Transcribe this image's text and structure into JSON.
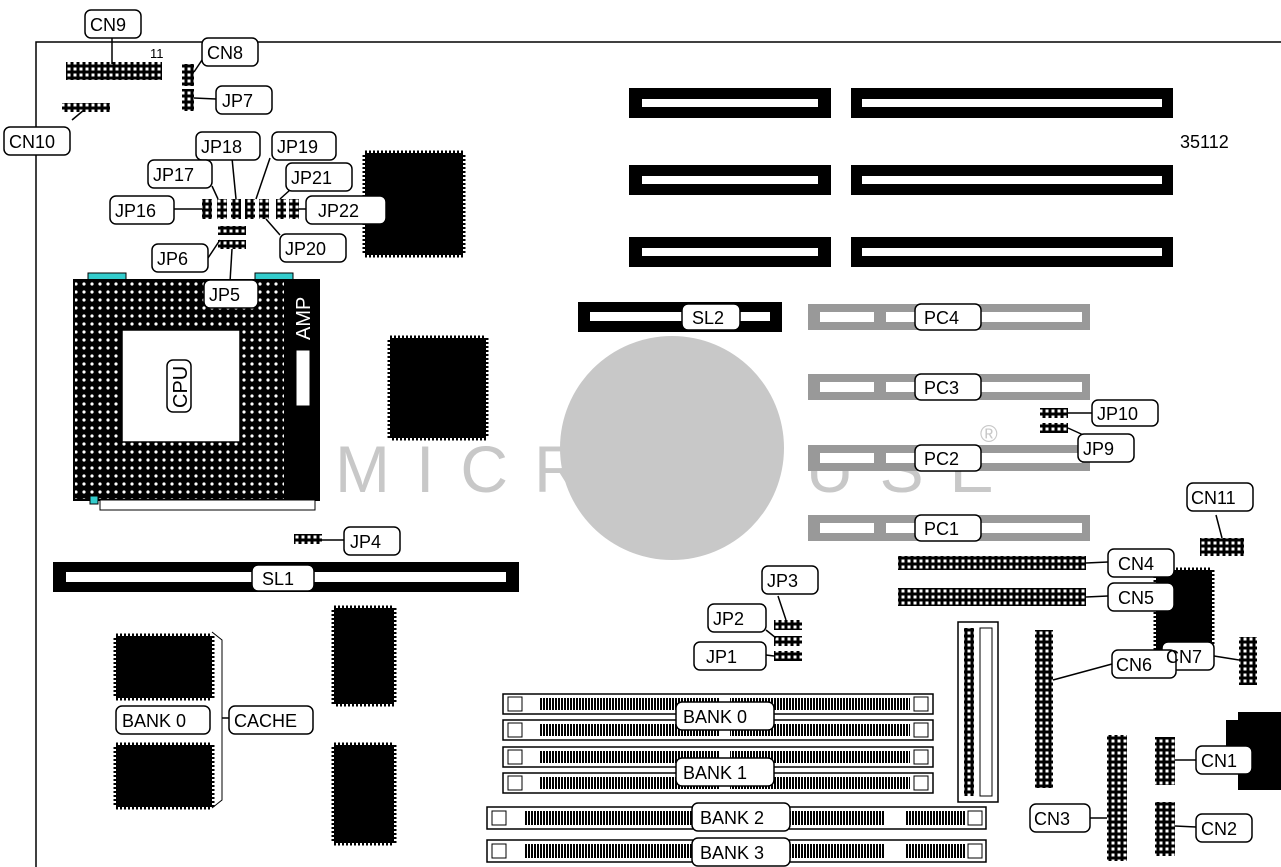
{
  "board_id": "35112",
  "pin_number_label": "11",
  "watermark": {
    "text_left": "MICRO",
    "text_right": "HOUSE",
    "mark": "®"
  },
  "colors": {
    "ink": "#000000",
    "slot_gray": "#999999",
    "watermark_gray": "#c8c8c8",
    "socket_tab": "#33cccc"
  },
  "cpu": {
    "label": "CPU",
    "socket_brand": "AMP"
  },
  "slots": {
    "sl1": "SL1",
    "sl2": "SL2",
    "pc1": "PC1",
    "pc2": "PC2",
    "pc3": "PC3",
    "pc4": "PC4"
  },
  "memory": {
    "bank0": "BANK 0",
    "bank1": "BANK 1",
    "bank2": "BANK 2",
    "bank3": "BANK 3"
  },
  "cache": {
    "label": "CACHE",
    "bank": "BANK 0"
  },
  "connectors": {
    "cn1": "CN1",
    "cn2": "CN2",
    "cn3": "CN3",
    "cn4": "CN4",
    "cn5": "CN5",
    "cn6": "CN6",
    "cn7": "CN7",
    "cn8": "CN8",
    "cn9": "CN9",
    "cn10": "CN10",
    "cn11": "CN11"
  },
  "jumpers": {
    "jp1": "JP1",
    "jp2": "JP2",
    "jp3": "JP3",
    "jp4": "JP4",
    "jp5": "JP5",
    "jp6": "JP6",
    "jp7": "JP7",
    "jp9": "JP9",
    "jp10": "JP10",
    "jp16": "JP16",
    "jp17": "JP17",
    "jp18": "JP18",
    "jp19": "JP19",
    "jp20": "JP20",
    "jp21": "JP21",
    "jp22": "JP22"
  }
}
